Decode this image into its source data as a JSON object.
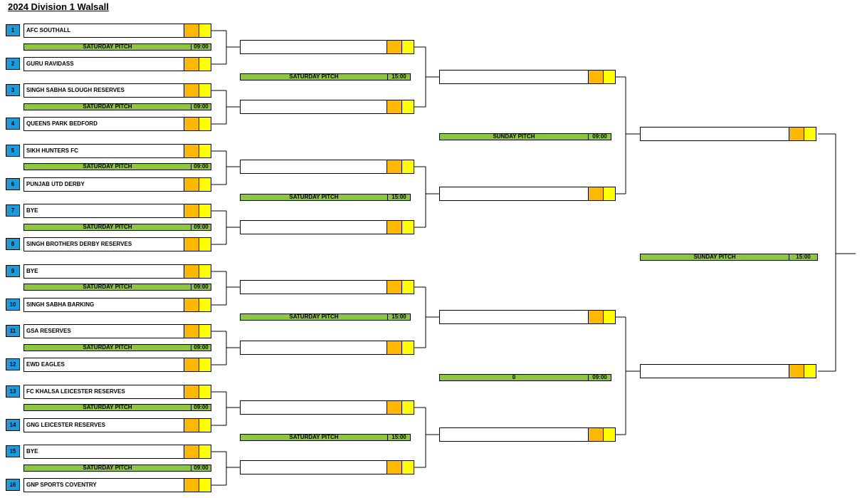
{
  "title": "2024 Division 1 Walsall",
  "round1": [
    {
      "seed": "1",
      "team": "AFC  SOUTHALL"
    },
    {
      "seed": "2",
      "team": "GURU RAVIDASS"
    },
    {
      "seed": "3",
      "team": "SINGH SABHA SLOUGH RESERVES"
    },
    {
      "seed": "4",
      "team": "QUEENS PARK BEDFORD"
    },
    {
      "seed": "5",
      "team": "SIKH HUNTERS FC"
    },
    {
      "seed": "6",
      "team": "PUNJAB UTD DERBY"
    },
    {
      "seed": "7",
      "team": "BYE"
    },
    {
      "seed": "8",
      "team": "SINGH BROTHERS DERBY RESERVES"
    },
    {
      "seed": "9",
      "team": "BYE"
    },
    {
      "seed": "10",
      "team": "SINGH SABHA BARKING"
    },
    {
      "seed": "11",
      "team": "GSA RESERVES"
    },
    {
      "seed": "12",
      "team": "EWD EAGLES"
    },
    {
      "seed": "13",
      "team": "FC KHALSA LEICESTER RESERVES"
    },
    {
      "seed": "14",
      "team": "GNG LEICESTER RESERVES"
    },
    {
      "seed": "15",
      "team": "BYE"
    },
    {
      "seed": "16",
      "team": "GNP SPORTS COVENTRY"
    }
  ],
  "round1_pitches": [
    {
      "label": "SATURDAY PITCH",
      "time": "09:00"
    },
    {
      "label": "SATURDAY PITCH",
      "time": "09:00"
    },
    {
      "label": "SATURDAY PITCH",
      "time": "09:00"
    },
    {
      "label": "SATURDAY PITCH",
      "time": "09:00"
    },
    {
      "label": "SATURDAY PITCH",
      "time": "09:00"
    },
    {
      "label": "SATURDAY PITCH",
      "time": "09:00"
    },
    {
      "label": "SATURDAY PITCH",
      "time": "09:00"
    },
    {
      "label": "SATURDAY PITCH",
      "time": "09:00"
    }
  ],
  "round2_pitches": [
    {
      "label": "SATURDAY PITCH",
      "time": "15:00"
    },
    {
      "label": "SATURDAY PITCH",
      "time": "15:00"
    },
    {
      "label": "SATURDAY PITCH",
      "time": "15:00"
    },
    {
      "label": "SATURDAY PITCH",
      "time": "15:00"
    }
  ],
  "round3_pitches": [
    {
      "label": "SUNDAY PITCH",
      "time": "09:00"
    },
    {
      "label": "0",
      "time": "09:00"
    }
  ],
  "final_pitch": {
    "label": "SUNDAY PITCH",
    "time": "15:00"
  },
  "colors": {
    "seed": "#1a9bdc",
    "score_home": "#ffb800",
    "score_away": "#ffff00",
    "pitch": "#8dc63f"
  }
}
